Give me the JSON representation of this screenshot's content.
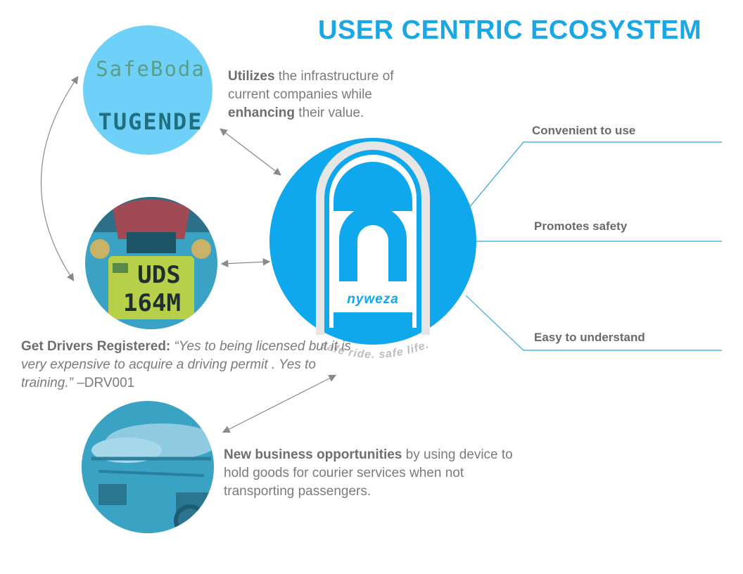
{
  "title": "USER CENTRIC ECOSYSTEM",
  "logos": {
    "safeboda": "SafeBoda",
    "tugende": "TUGENDE"
  },
  "plate": {
    "line1": "UDS",
    "line2": "164M"
  },
  "utilizes": {
    "bold1": "Utilizes",
    "text1": " the infrastructure of current companies while ",
    "bold2": "enhancing",
    "text2": " their value."
  },
  "drivers": {
    "bold": "Get Drivers Registered: ",
    "quote": "“Yes to being licensed but it is very expensive to acquire a driving permit . Yes to training.”",
    "attribution": " –DRV001"
  },
  "business": {
    "bold": "New business opportunities",
    "text": " by using device to hold goods for courier services when not transporting  passengers."
  },
  "center_logo": {
    "brand": "nyweza",
    "tagline": "safe ride. safe life."
  },
  "benefits": [
    "Convenient to use",
    "Promotes safety",
    "Easy to understand"
  ],
  "colors": {
    "title": "#1aa7e6",
    "center": "#10a8ec",
    "light_circle": "#6fd1f7",
    "photo_tint": "#3aa3c4",
    "line": "#2fa6dd",
    "arrow": "#8a8a8a"
  }
}
